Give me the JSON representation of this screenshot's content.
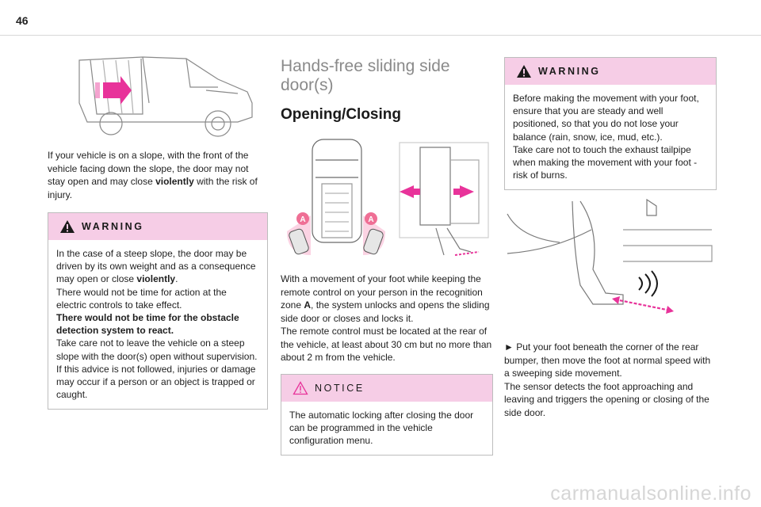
{
  "page": {
    "number": "46"
  },
  "left": {
    "body_parts": [
      "If your vehicle is on a slope, with the front of the vehicle facing down the slope, the door may not stay open and may close ",
      "violently",
      " with the risk of injury."
    ],
    "warning": {
      "label": "WARNING",
      "lines": [
        [
          "In the case of a steep slope, the door may be driven by its own weight and as a consequence may open or close ",
          "violently",
          "."
        ],
        "There would not be time for action at the electric controls to take effect.",
        "There would not be time for the obstacle detection system to react.",
        "Take care not to leave the vehicle on a steep slope with the door(s) open without supervision. If this advice is not followed, injuries or damage may occur if a person or an object is trapped or caught."
      ]
    }
  },
  "middle": {
    "title": "Hands-free sliding side door(s)",
    "subtitle": "Opening/Closing",
    "zone_label": "A",
    "body_parts": [
      "With a movement of your foot while keeping the remote control on your person in the recognition zone ",
      "A",
      ", the system unlocks and opens the sliding side door or closes and locks it."
    ],
    "body2": "The remote control must be located at the rear of the vehicle, at least about 30 cm but no more than about 2 m from the vehicle.",
    "notice": {
      "label": "NOTICE",
      "text": "The automatic locking after closing the door can be programmed in the vehicle configuration menu."
    }
  },
  "right": {
    "warning": {
      "label": "WARNING",
      "line1": "Before making the movement with your foot, ensure that you are steady and well positioned, so that you do not lose your balance (rain, snow, ice, mud, etc.).",
      "line2": "Take care not to touch the exhaust tailpipe when making the movement with your foot - risk of burns."
    },
    "bullet_glyph": "►",
    "step": "Put your foot beneath the corner of the rear bumper, then move the foot at normal speed with a sweeping side movement.",
    "body": "The sensor detects the foot approaching and leaving and triggers the opening or closing of the side door."
  },
  "footer": {
    "watermark": "carmanualsonline.info"
  },
  "colors": {
    "warning_bg": "#f6cde6",
    "accent": "#e8339a",
    "zone": "#ef6f95",
    "warning_triangle": "#1a1a1a",
    "notice_triangle": "#e8339a"
  }
}
